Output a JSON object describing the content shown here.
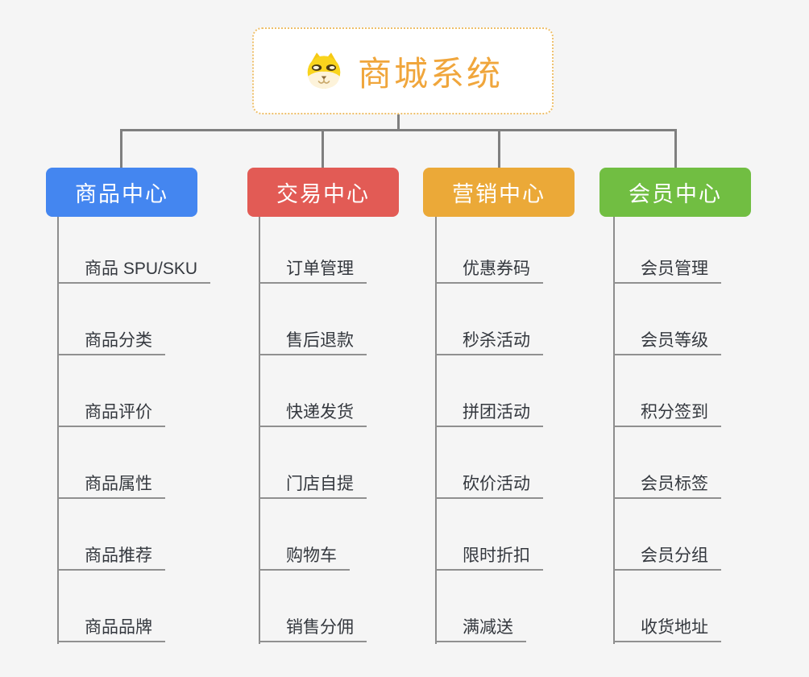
{
  "page": {
    "background": "#f5f5f5",
    "connector_color": "#7f7f7f"
  },
  "root": {
    "label": "商城系统",
    "icon": "doge-icon",
    "text_color": "#f0a63c",
    "border_color": "#eebf6a",
    "background": "#ffffff"
  },
  "branches": [
    {
      "label": "商品中心",
      "color": "#4486f0",
      "children": [
        "商品 SPU/SKU",
        "商品分类",
        "商品评价",
        "商品属性",
        "商品推荐",
        "商品品牌"
      ]
    },
    {
      "label": "交易中心",
      "color": "#e25b55",
      "children": [
        "订单管理",
        "售后退款",
        "快递发货",
        "门店自提",
        "购物车",
        "销售分佣"
      ]
    },
    {
      "label": "营销中心",
      "color": "#eba938",
      "children": [
        "优惠券码",
        "秒杀活动",
        "拼团活动",
        "砍价活动",
        "限时折扣",
        "满减送"
      ]
    },
    {
      "label": "会员中心",
      "color": "#71be42",
      "children": [
        "会员管理",
        "会员等级",
        "积分签到",
        "会员标签",
        "会员分组",
        "收货地址"
      ]
    }
  ]
}
